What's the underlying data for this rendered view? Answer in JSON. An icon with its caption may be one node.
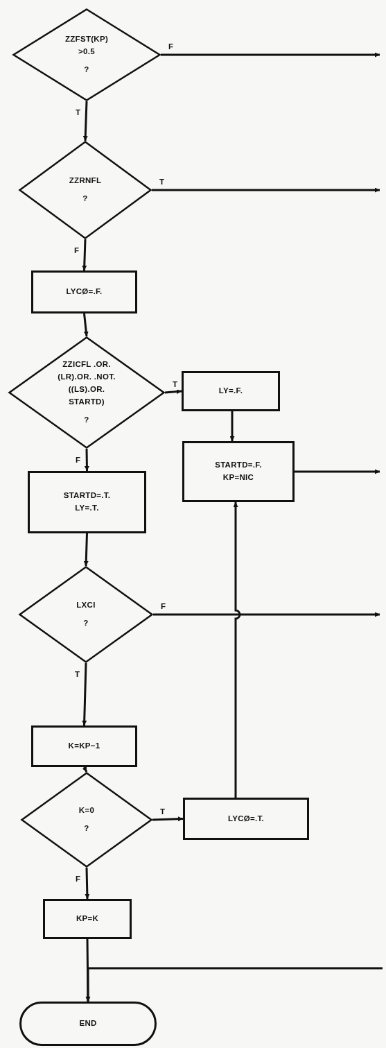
{
  "diagram": {
    "nodes": [
      {
        "text": [
          "ZZFST(KP) >0.5",
          "?"
        ]
      },
      {
        "text": [
          "ZZRNFL",
          "?"
        ]
      },
      {
        "text": [
          "LYCØ=.F."
        ]
      },
      {
        "text": [
          "ZZICFL .OR.(LR).OR. .NOT.((LS).OR. STARTD)",
          "?"
        ]
      },
      {
        "text": [
          "LY=.F."
        ]
      },
      {
        "text": [
          "STARTD=.F. KP=NIC"
        ]
      },
      {
        "text": [
          "STARTD=.T. LY=.T."
        ]
      },
      {
        "text": [
          "LXCI",
          "?"
        ]
      },
      {
        "text": [
          "K=KP−1"
        ]
      },
      {
        "text": [
          "K=0",
          "?"
        ]
      },
      {
        "text": [
          "LYCØ=.T."
        ]
      },
      {
        "text": [
          "KP=K"
        ]
      },
      {
        "text": [
          "END"
        ]
      }
    ],
    "edges": [
      {
        "from": 0,
        "to": null,
        "arrow": "to",
        "label": "F"
      },
      {
        "from": 0,
        "to": 1,
        "arrow": "to",
        "label": "T"
      },
      {
        "from": 1,
        "to": null,
        "arrow": "to",
        "label": "T"
      },
      {
        "from": 1,
        "to": 2,
        "arrow": "to",
        "label": "F"
      },
      {
        "from": 2,
        "to": 3,
        "arrow": "to"
      },
      {
        "from": 3,
        "to": 4,
        "arrow": "to",
        "label": "T"
      },
      {
        "from": 3,
        "to": 6,
        "arrow": "to",
        "label": "F"
      },
      {
        "from": 4,
        "to": 5,
        "arrow": "to"
      },
      {
        "from": 5,
        "to": null,
        "arrow": "to"
      },
      {
        "from": 6,
        "to": 7,
        "arrow": "to"
      },
      {
        "from": 7,
        "to": null,
        "arrow": "to",
        "label": "F"
      },
      {
        "from": 7,
        "to": 8,
        "arrow": "to",
        "label": "T"
      },
      {
        "from": 8,
        "to": 9,
        "arrow": "to"
      },
      {
        "from": 9,
        "to": 10,
        "arrow": "to",
        "label": "T"
      },
      {
        "from": 9,
        "to": 11,
        "arrow": "to",
        "label": "F"
      },
      {
        "from": 10,
        "to": 5,
        "arrow": "to"
      },
      {
        "from": 11,
        "to": 12,
        "arrow": "to"
      },
      {
        "from": null,
        "to": 12,
        "arrow": "to"
      }
    ]
  }
}
